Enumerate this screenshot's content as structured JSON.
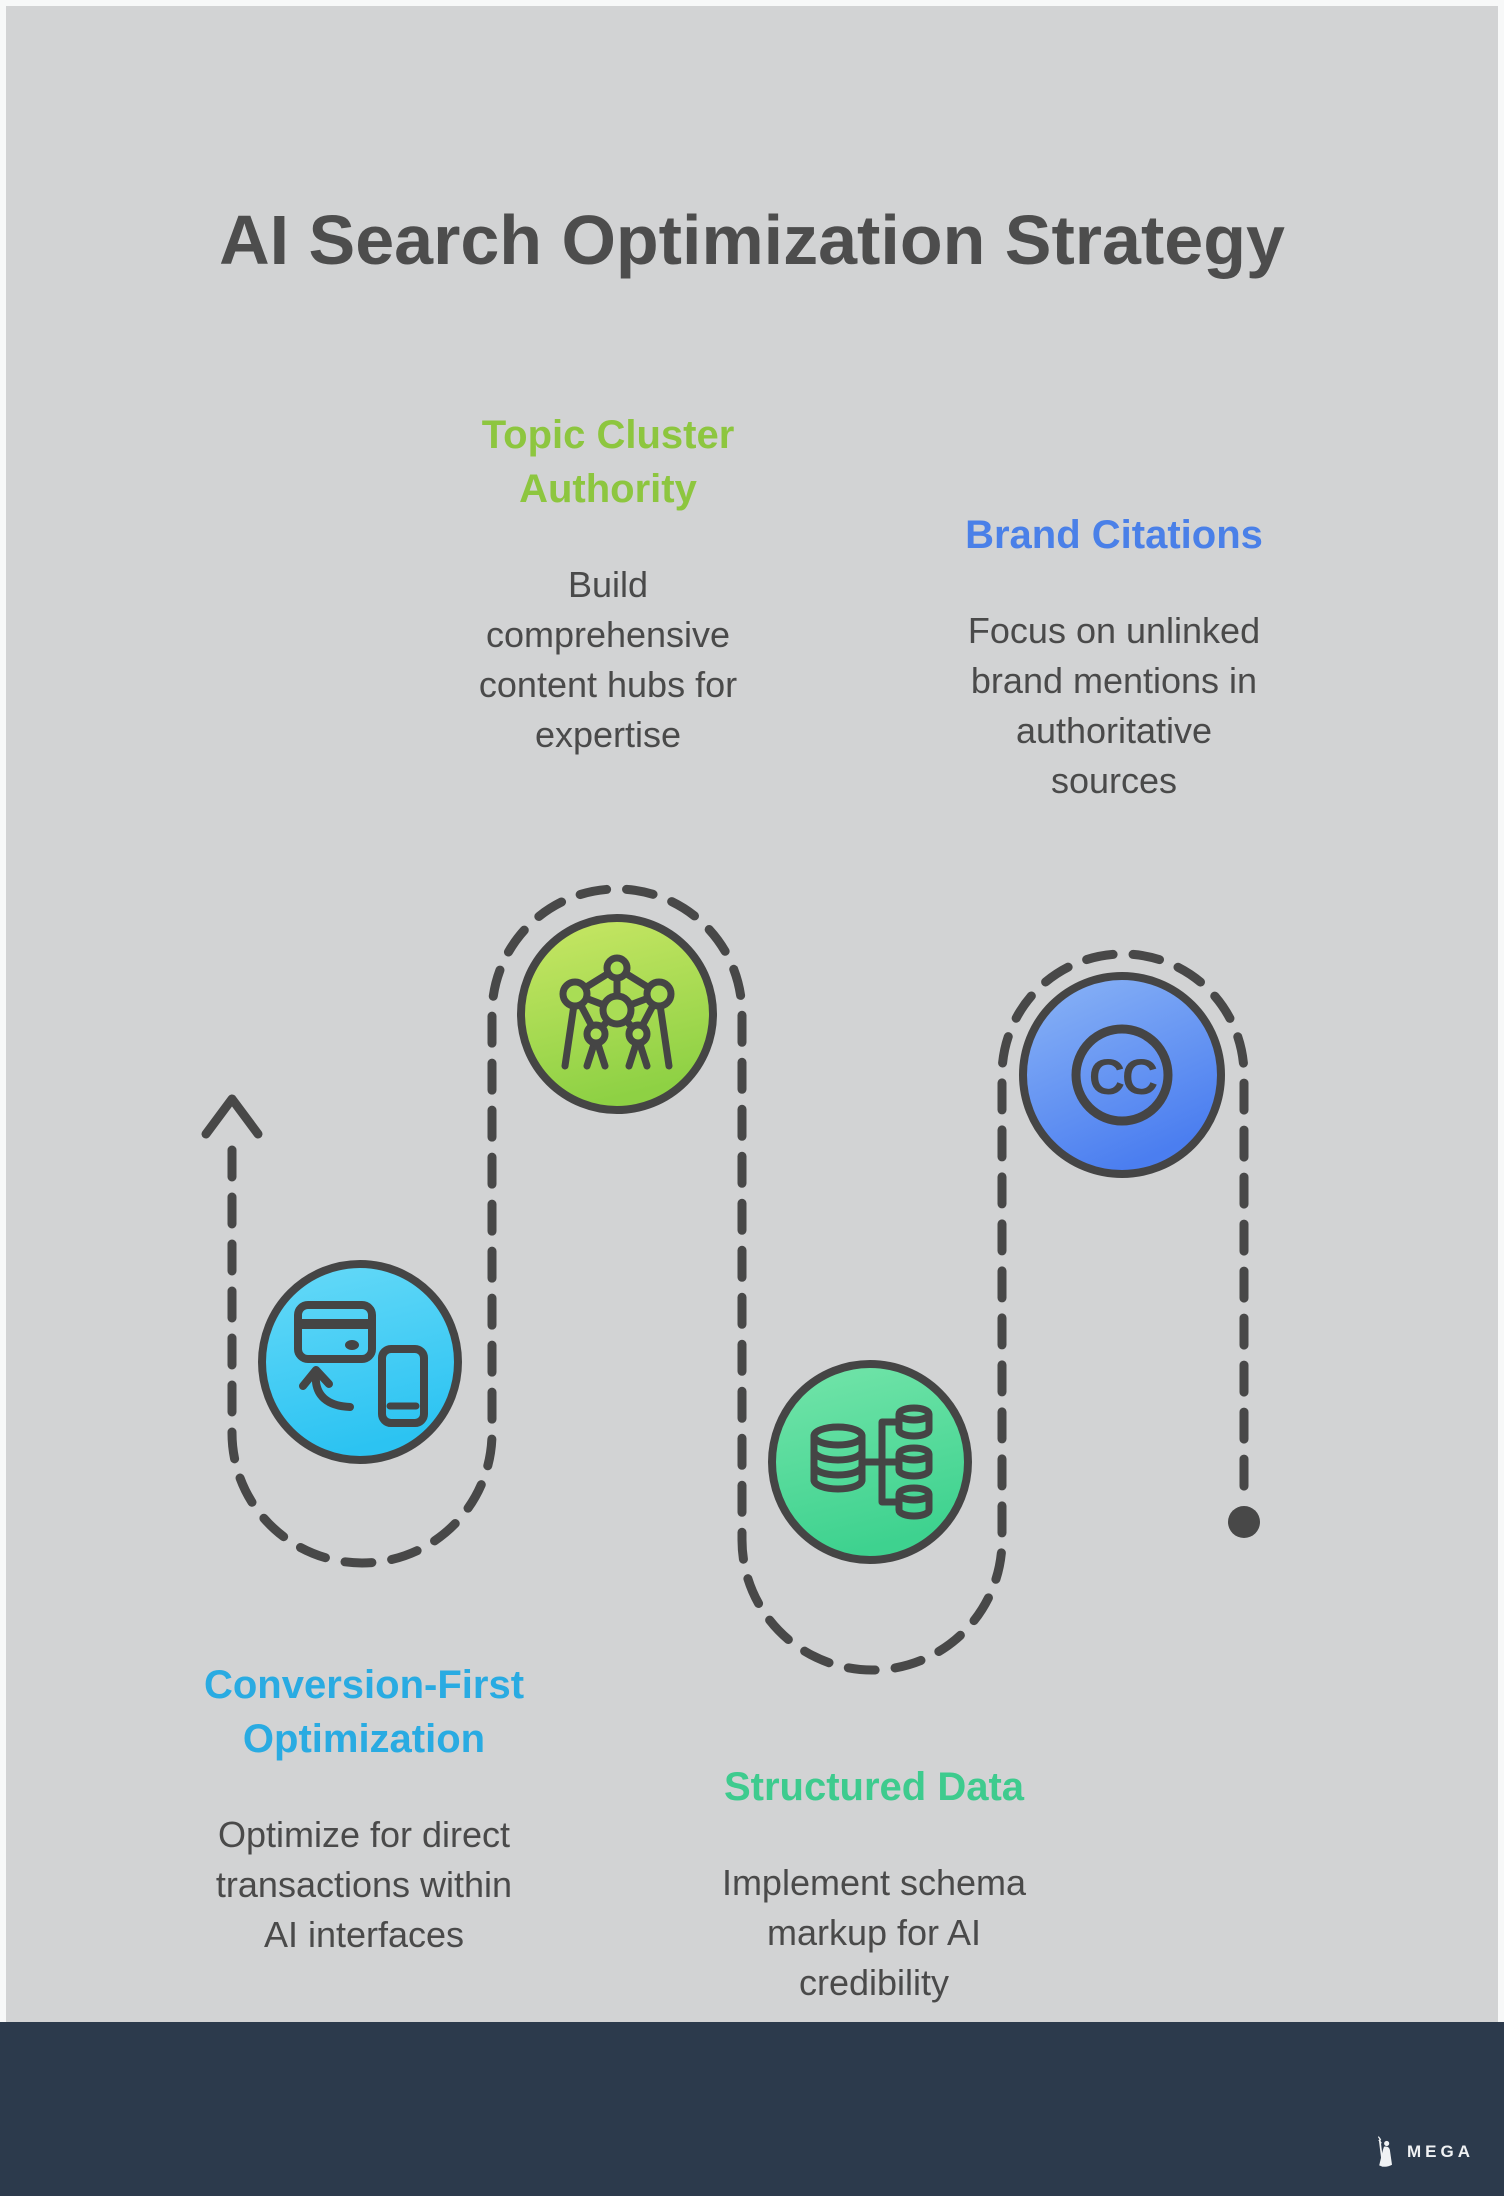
{
  "title": "AI Search Optimization Strategy",
  "palette": {
    "background": "#d2d3d4",
    "frame": "#f7f8f8",
    "ink": "#4a4a4a",
    "path_color": "#484848",
    "footer_bg": "#2c3a4c",
    "footer_text": "#f0f2f4"
  },
  "steps": [
    {
      "heading": "Topic Cluster\nAuthority",
      "body": "Build\ncomprehensive\ncontent hubs for\nexpertise",
      "heading_color": "#8dc63f",
      "circle_gradient": [
        "#c9e765",
        "#8ed144"
      ],
      "icon": "network-cluster-icon"
    },
    {
      "heading": "Brand Citations",
      "body": "Focus on unlinked\nbrand mentions in\nauthoritative\nsources",
      "heading_color": "#4a80e8",
      "circle_gradient": [
        "#8cb5f6",
        "#4b7ef0"
      ],
      "icon": "creative-commons-icon",
      "icon_text": "CC"
    },
    {
      "heading": "Conversion-First\nOptimization",
      "body": "Optimize for direct\ntransactions within\nAI interfaces",
      "heading_color": "#29abe2",
      "circle_gradient": [
        "#67daf8",
        "#2cc3f2"
      ],
      "icon": "card-phone-exchange-icon"
    },
    {
      "heading": "Structured Data",
      "body": "Implement schema\nmarkup for AI\ncredibility",
      "heading_color": "#3ecb8e",
      "circle_gradient": [
        "#74e5aa",
        "#3ed28f"
      ],
      "icon": "database-schema-icon"
    }
  ],
  "footer": {
    "brand": "MEGA"
  }
}
